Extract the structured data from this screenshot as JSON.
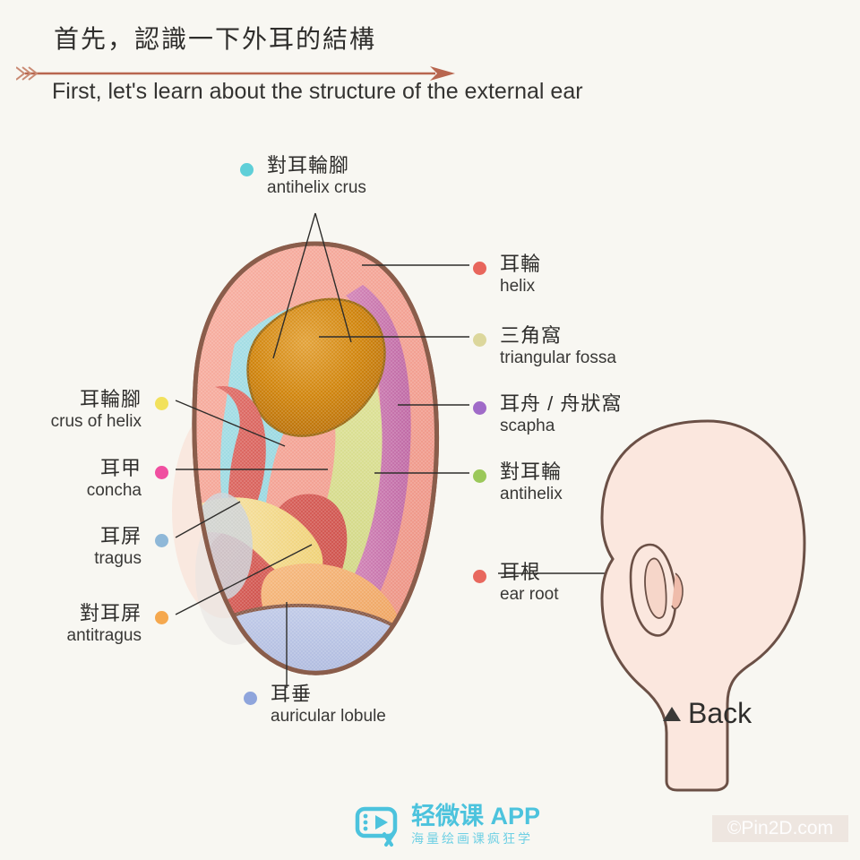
{
  "background_color": "#f8f7f2",
  "header": {
    "title_cn": "首先，認識一下外耳的結構",
    "title_en": "First, let's learn about the structure of the external ear",
    "rule_color": "#b8664f"
  },
  "labels": {
    "antihelix_crus": {
      "cn": "對耳輪腳",
      "en": "antihelix crus",
      "color": "#5fcfd8"
    },
    "helix": {
      "cn": "耳輪",
      "en": "helix",
      "color": "#e8665c"
    },
    "triangular_fossa": {
      "cn": "三角窩",
      "en": "triangular fossa",
      "color": "#dcd79c"
    },
    "scapha": {
      "cn": "耳舟 / 舟狀窩",
      "en": "scapha",
      "color": "#a06bc8"
    },
    "antihelix": {
      "cn": "對耳輪",
      "en": "antihelix",
      "color": "#9bc85a"
    },
    "ear_root": {
      "cn": "耳根",
      "en": "ear root",
      "color": "#e8685e"
    },
    "crus_of_helix": {
      "cn": "耳輪腳",
      "en": "crus of helix",
      "color": "#f2e15c"
    },
    "concha": {
      "cn": "耳甲",
      "en": "concha",
      "color": "#f04fa0"
    },
    "tragus": {
      "cn": "耳屏",
      "en": "tragus",
      "color": "#8fb8d8"
    },
    "antitragus": {
      "cn": "對耳屏",
      "en": "antitragus",
      "color": "#f5a84e"
    },
    "auricular_lobule": {
      "cn": "耳垂",
      "en": "auricular lobule",
      "color": "#8fa5dc"
    }
  },
  "ear_regions": {
    "helix_fill": "#f5a396",
    "triangular_fossa_fill": "#cf8418",
    "antihelix_crus_fill": "#9ad9e0",
    "scapha_fill": "#c97bb0",
    "antihelix_fill": "#d8dc92",
    "crus_of_helix_fill": "#f2dd92",
    "concha_fill": "#d6635f",
    "tragus_fill": "#c9cdd3",
    "antitragus_fill": "#f0ab6a",
    "lobule_fill": "#b6c0e2",
    "outline": "#8a5d4b"
  },
  "head_figure": {
    "skin_fill": "#fbe7de",
    "outline": "#6b5046",
    "caption": "Back",
    "caption_marker": "triangle-up"
  },
  "footer": {
    "brand_name": "轻微课 APP",
    "brand_sub": "海量绘画课疯狂学",
    "brand_color": "#4cc3dd",
    "watermark": "©Pin2D.com"
  }
}
